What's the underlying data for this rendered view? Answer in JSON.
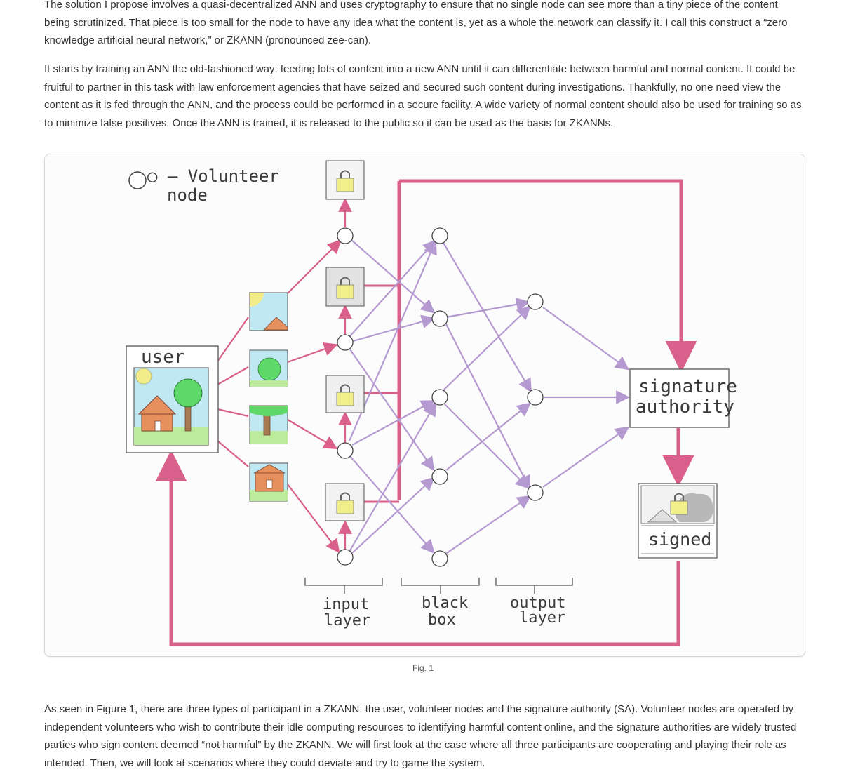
{
  "article": {
    "p1": "The solution I propose involves a quasi-decentralized ANN and uses cryptography to ensure that no single node can see more than a tiny piece of the content being scrutinized. That piece is too small for the node to have any idea what the content is, yet as a whole the network can classify it. I call this construct a “zero knowledge artificial neural network,” or ZKANN (pronounced zee-can).",
    "p2": "It starts by training an ANN the old-fashioned way: feeding lots of content into a new ANN until it can differentiate between harmful and normal content. It could be fruitful to partner in this task with law enforcement agencies that have seized and secured such content during investigations. Thankfully, no one need view the content as it is fed through the ANN, and the process could be performed in a secure facility. A wide variety of normal content should also be used for training so as to minimize false positives. Once the ANN is trained, it is released to the public so it can be used as the basis for ZKANNs.",
    "p3": "As seen in Figure 1, there are three types of participant in a ZKANN: the user, volunteer nodes and the signature authority (SA). Volunteer nodes are operated by independent volunteers who wish to contribute their idle computing resources to identifying harmful content online, and the signature authorities are widely trusted parties who sign content deemed “not harmful” by the ZKANN. We will first look at the case where all three participants are cooperating and playing their role as intended. Then, we will look at scenarios where they could deviate and try to game the system."
  },
  "figure": {
    "caption": "Fig. 1",
    "legend_line1": "○ – Volunteer",
    "legend_line2": "node",
    "user_label": "user",
    "sa_line1": "signature",
    "sa_line2": "authority",
    "signed_label": "signed",
    "input_line1": "input",
    "input_line2": "layer",
    "black_line1": "black",
    "black_line2": "box",
    "output_line1": "output",
    "output_line2": "layer",
    "colors": {
      "pink_arrow": "#d9608a",
      "purple_arrow": "#b49ad0",
      "lock": "#f0ef8a",
      "sky": "#bfe8f3",
      "grass": "#bdeb9c",
      "tree": "#5fd86a",
      "house": "#e6905e",
      "sun": "#f3ec8a"
    }
  }
}
